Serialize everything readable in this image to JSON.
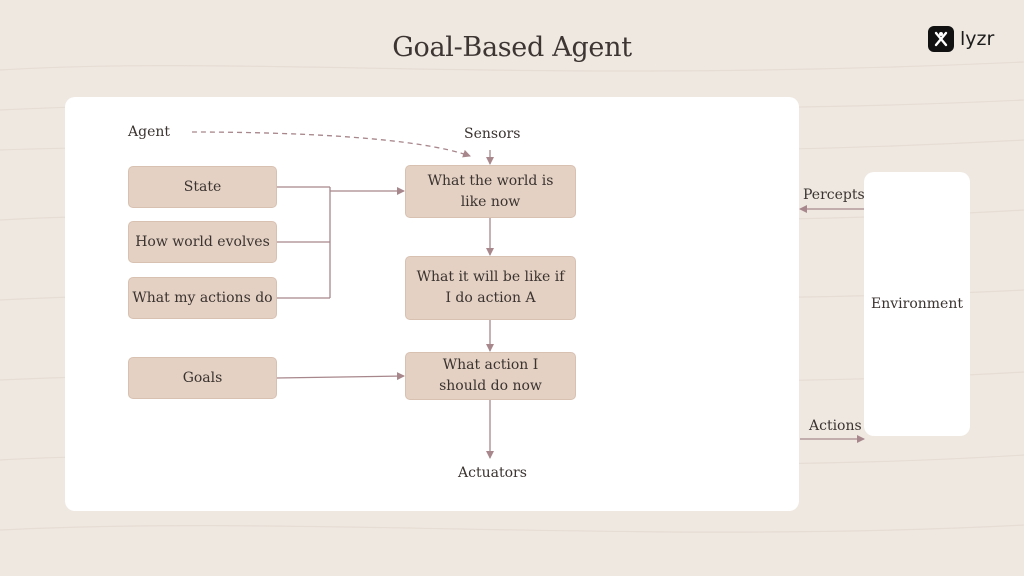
{
  "title": "Goal-Based Agent",
  "logo": {
    "text": "lyzr",
    "icon": "lyzr-logo-icon"
  },
  "labels": {
    "agent": "Agent",
    "sensors": "Sensors",
    "actuators": "Actuators",
    "percepts": "Percepts",
    "actions": "Actions"
  },
  "boxes": {
    "state": "State",
    "how_world_evolves": "How world evolves",
    "what_my_actions_do": "What my actions do",
    "goals": "Goals",
    "world_now_line1": "What the world is",
    "world_now_line2": "like now",
    "will_be_line1": "What it will be like if",
    "will_be_line2": "I do action A",
    "action_now_line1": "What action I",
    "action_now_line2": "should do now"
  },
  "environment": "Environment",
  "colors": {
    "background": "#efe8e1",
    "panel": "#ffffff",
    "box_fill": "#e4d1c3",
    "arrow": "#a8878c"
  }
}
